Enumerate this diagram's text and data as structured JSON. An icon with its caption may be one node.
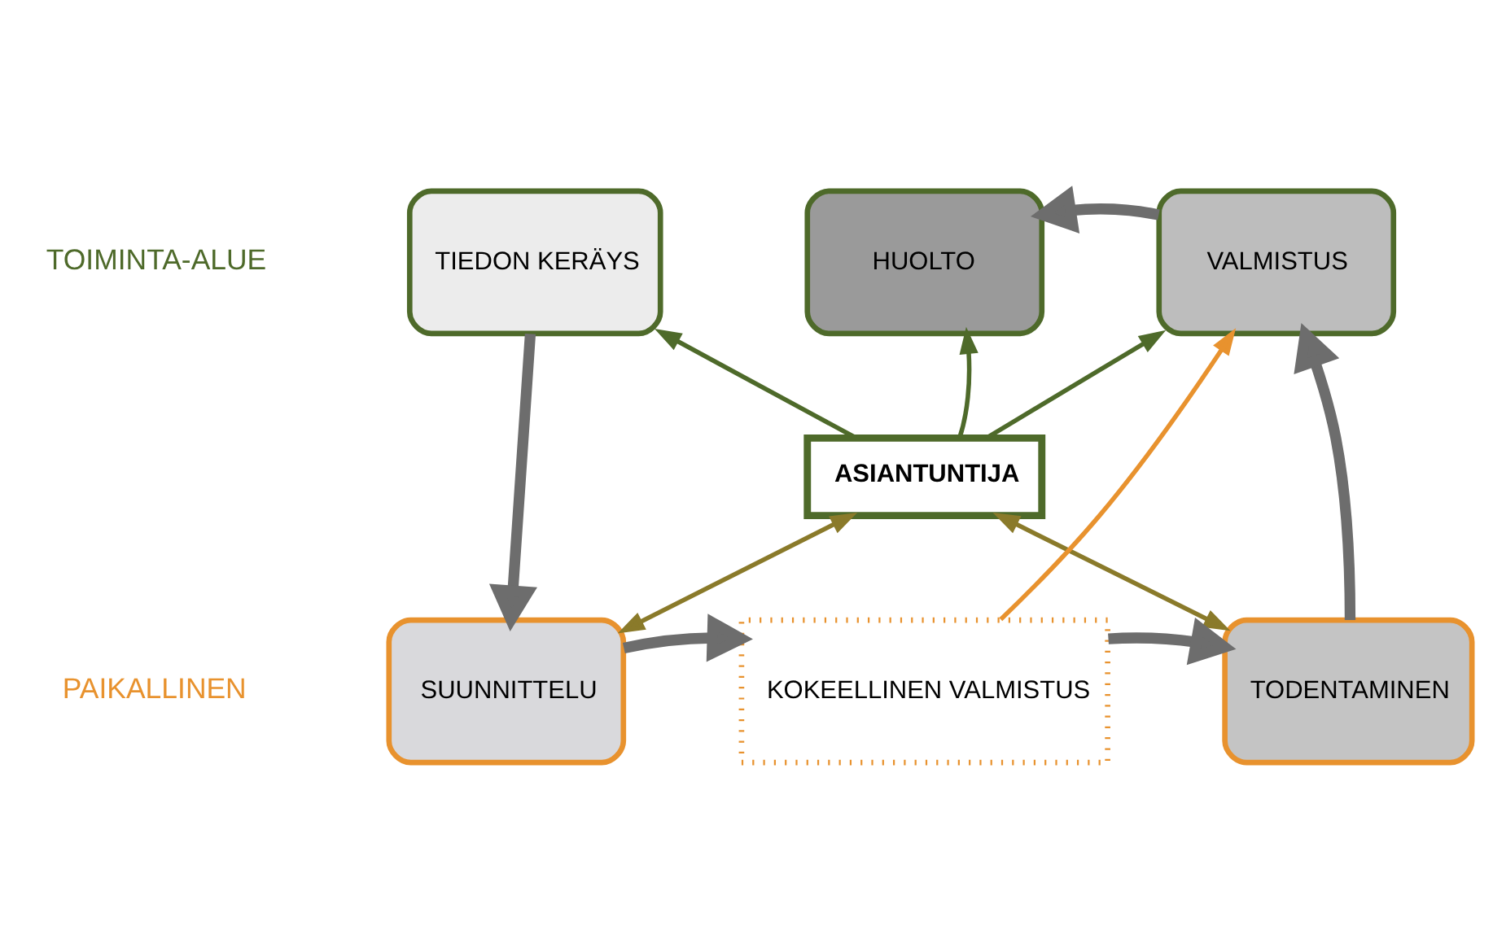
{
  "diagram": {
    "nodes": [
      {
        "text": [
          "TIEDON KERÄYS"
        ]
      },
      {
        "text": [
          "HUOLTO"
        ]
      },
      {
        "text": [
          "VALMISTUS"
        ]
      },
      {
        "text": [
          "ASIANTUNTIJA"
        ]
      },
      {
        "text": [
          "SUUNNITTELU"
        ]
      },
      {
        "text": [
          "KOKEELLINEN VALMISTUS"
        ]
      },
      {
        "text": [
          "TODENTAMINEN"
        ]
      }
    ],
    "edges": [
      {
        "from": 0,
        "to": 4,
        "arrow": "to",
        "style": "thick"
      },
      {
        "from": 2,
        "to": 1,
        "arrow": "to",
        "style": "thick"
      },
      {
        "from": 3,
        "to": 0,
        "arrow": "to",
        "color": "#4e6a2a"
      },
      {
        "from": 3,
        "to": 1,
        "arrow": "to",
        "color": "#4e6a2a"
      },
      {
        "from": 3,
        "to": 2,
        "arrow": "to",
        "color": "#4e6a2a"
      },
      {
        "from": 3,
        "to": 4,
        "arrow": "both",
        "color": "#8a7a2a"
      },
      {
        "from": 3,
        "to": 6,
        "arrow": "both",
        "color": "#8a7a2a"
      },
      {
        "from": 5,
        "to": 2,
        "arrow": "to",
        "color": "#e8922e"
      },
      {
        "from": 6,
        "to": 2,
        "arrow": "to",
        "style": "thick"
      },
      {
        "from": 4,
        "to": 5,
        "arrow": "to",
        "style": "thick"
      },
      {
        "from": 5,
        "to": 6,
        "arrow": "to",
        "style": "thick"
      }
    ],
    "labels": [
      "TOIMINTA-ALUE",
      "PAIKALLINEN"
    ]
  }
}
